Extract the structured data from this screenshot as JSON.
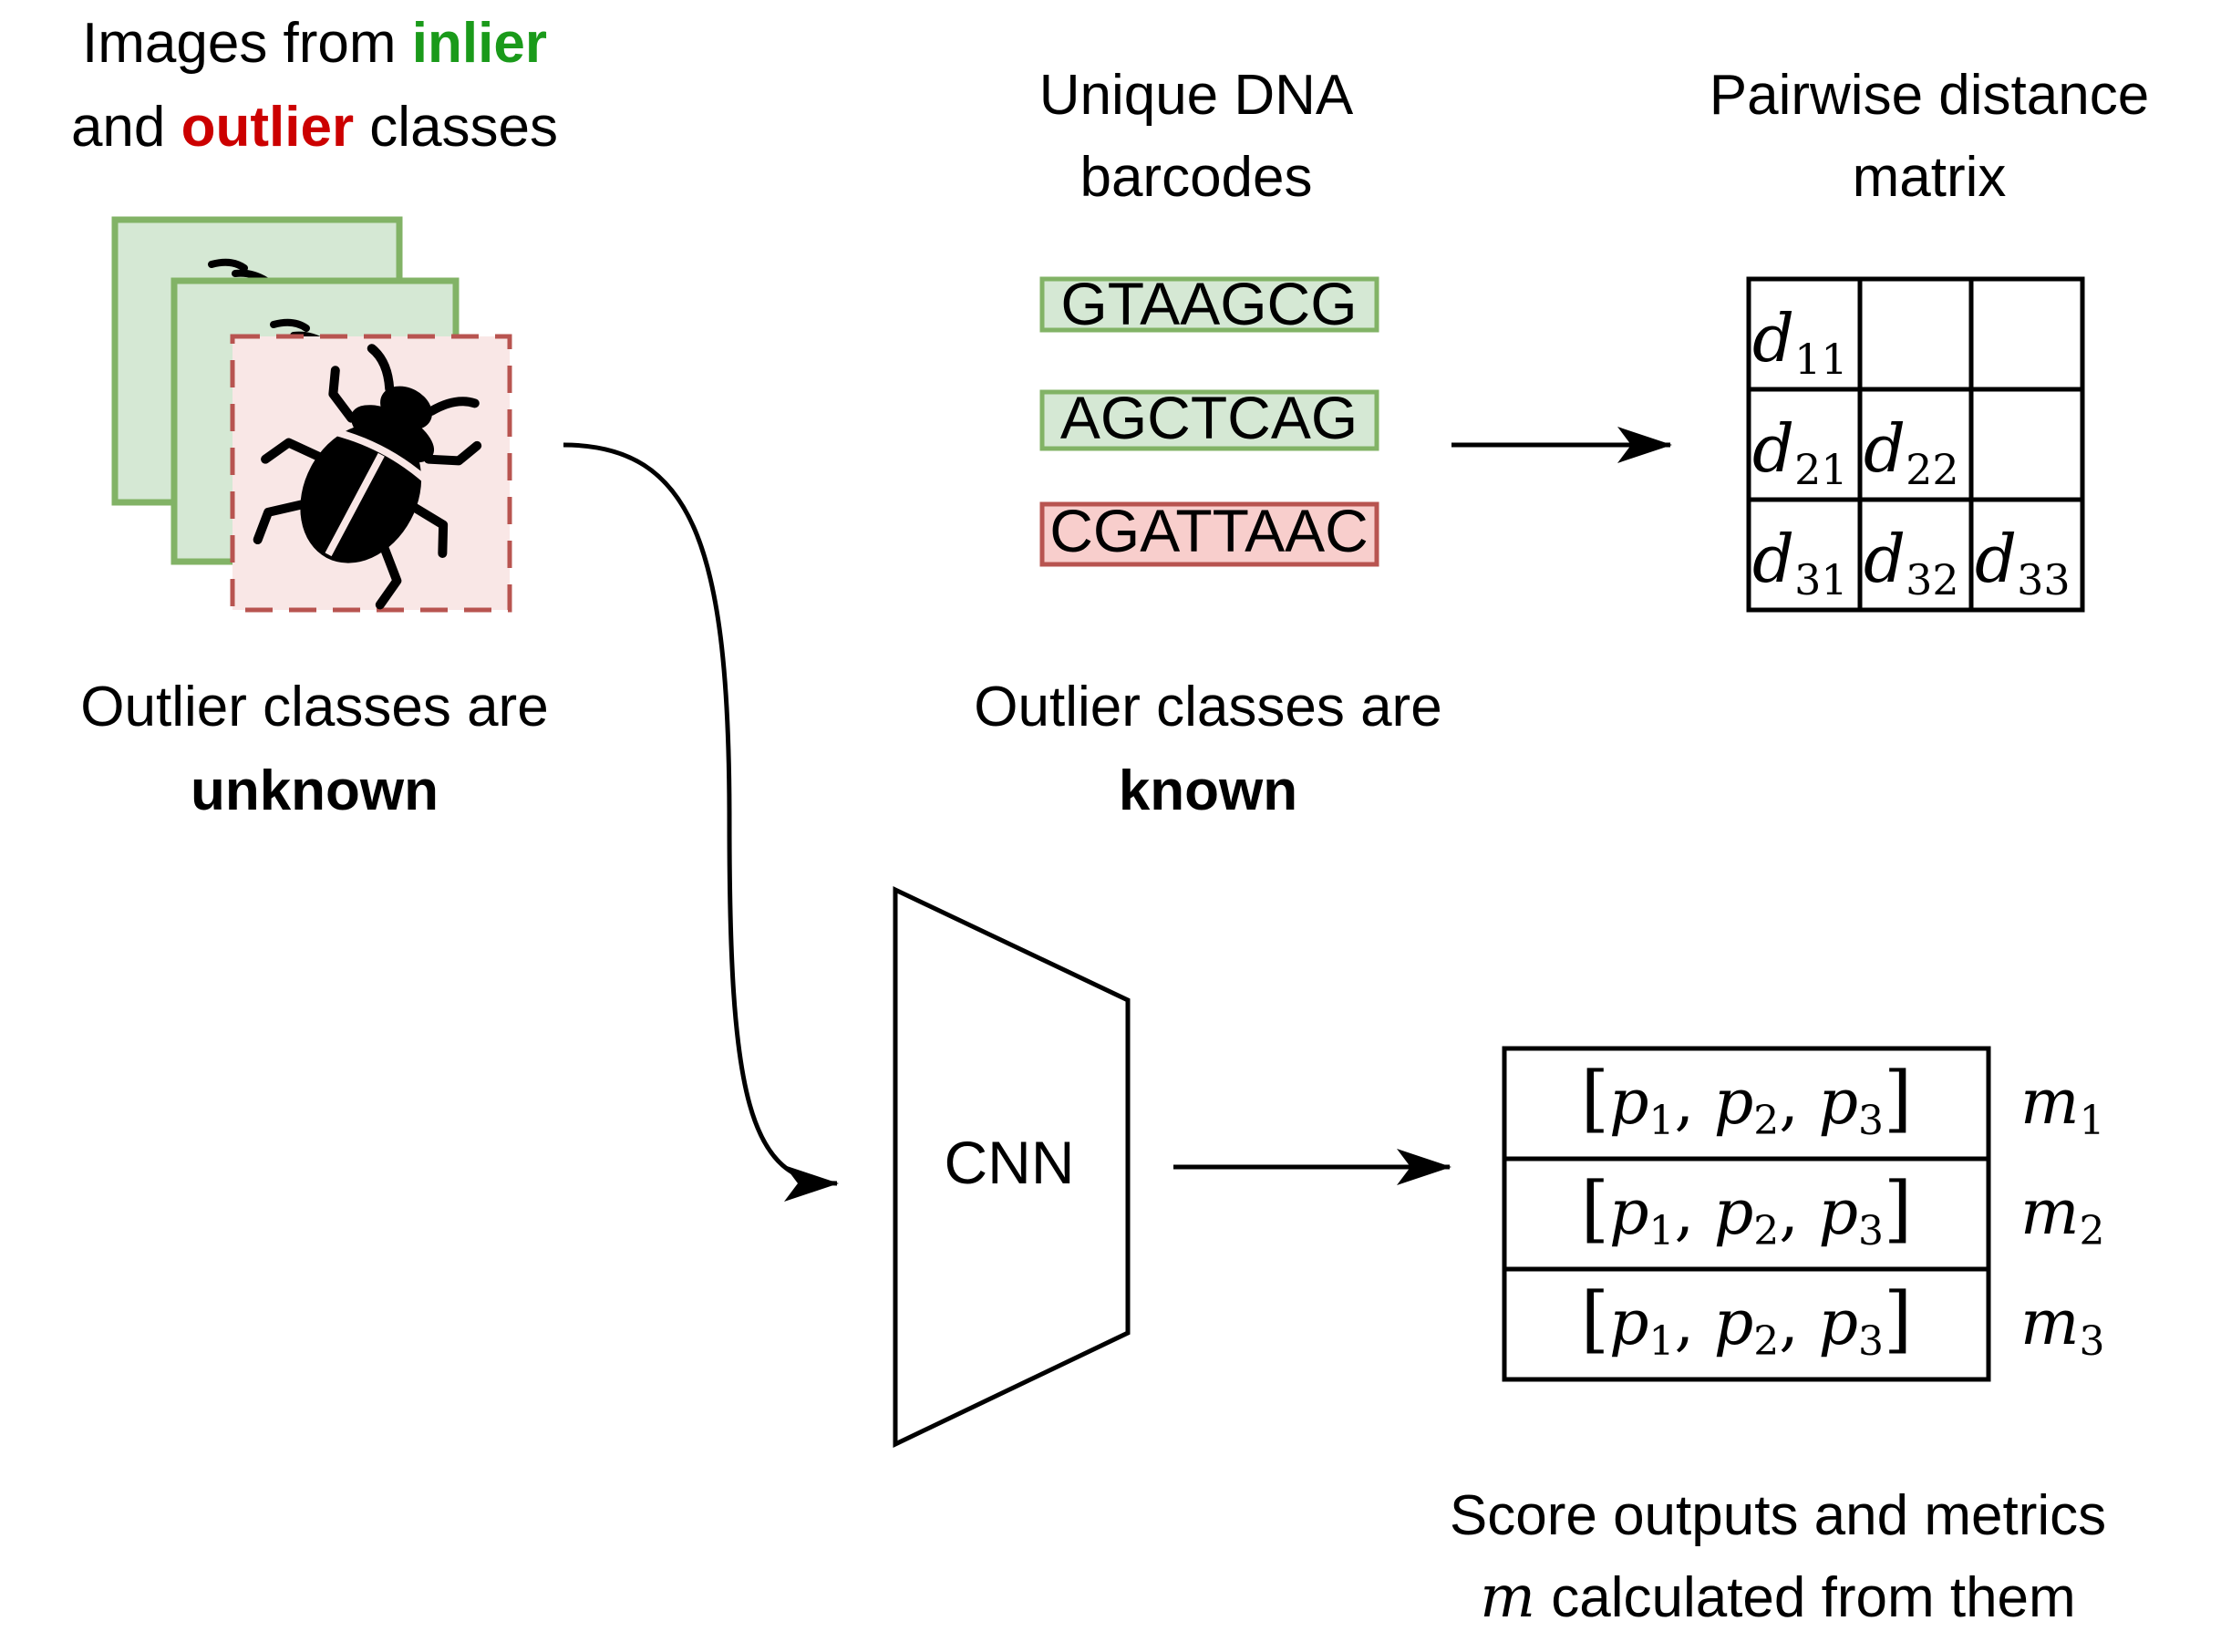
{
  "images_block": {
    "title_line1_prefix": "Images from ",
    "title_line1_highlight": "inlier",
    "title_line2_prefix": "and ",
    "title_line2_highlight": "outlier",
    "title_line2_suffix": " classes",
    "caption_line1": "Outlier classes are",
    "caption_line2": "unknown",
    "icon": "beetle-icon"
  },
  "barcodes_block": {
    "title_line1": "Unique DNA",
    "title_line2": "barcodes",
    "sequences": [
      {
        "text": "GTAAGCG",
        "kind": "inlier"
      },
      {
        "text": "AGCTCAG",
        "kind": "inlier"
      },
      {
        "text": "CGATTAAC",
        "kind": "outlier"
      }
    ],
    "caption_line1": "Outlier classes are",
    "caption_line2": "known"
  },
  "matrix_block": {
    "title_line1": "Pairwise distance",
    "title_line2": "matrix",
    "rows": [
      [
        {
          "sym": "d",
          "sub": "11"
        },
        null,
        null
      ],
      [
        {
          "sym": "d",
          "sub": "21"
        },
        {
          "sym": "d",
          "sub": "22"
        },
        null
      ],
      [
        {
          "sym": "d",
          "sub": "31"
        },
        {
          "sym": "d",
          "sub": "32"
        },
        {
          "sym": "d",
          "sub": "33"
        }
      ]
    ]
  },
  "model_block": {
    "label": "CNN"
  },
  "scores_block": {
    "rows": [
      {
        "vector": [
          "p",
          "1",
          "p",
          "2",
          "p",
          "3"
        ],
        "metric_sym": "m",
        "metric_sub": "1"
      },
      {
        "vector": [
          "p",
          "1",
          "p",
          "2",
          "p",
          "3"
        ],
        "metric_sym": "m",
        "metric_sub": "2"
      },
      {
        "vector": [
          "p",
          "1",
          "p",
          "2",
          "p",
          "3"
        ],
        "metric_sym": "m",
        "metric_sub": "3"
      }
    ],
    "caption_line1": "Score outputs and metrics",
    "caption_line2_sym": "m",
    "caption_line2_text": " calculated from them"
  },
  "colors": {
    "inlier_text": "#1a9a1a",
    "outlier_text": "#cc0000",
    "inlier_fill": "#d5e8d4",
    "inlier_stroke": "#82b366",
    "outlier_fill": "#f8cecc",
    "outlier_stroke": "#b85450",
    "outlier_card_fill": "#f9e7e6"
  }
}
